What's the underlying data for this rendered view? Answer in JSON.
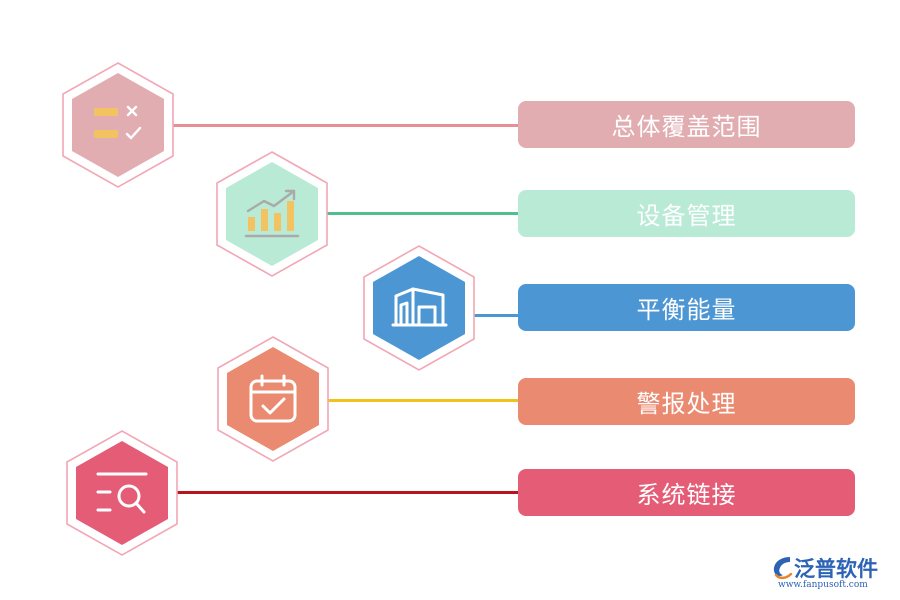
{
  "items": [
    {
      "label": "总体覆盖范围",
      "icon": "checklist-icon",
      "color": "#e1adb1",
      "line_color": "#e88f96"
    },
    {
      "label": "设备管理",
      "icon": "growth-chart-icon",
      "color": "#b9ead6",
      "line_color": "#4fc08d"
    },
    {
      "label": "平衡能量",
      "icon": "building-icon",
      "color": "#4d96d4",
      "line_color": "#4d96d4"
    },
    {
      "label": "警报处理",
      "icon": "calendar-check-icon",
      "color": "#ea8a70",
      "line_color": "#f2c21b"
    },
    {
      "label": "系统链接",
      "icon": "search-list-icon",
      "color": "#e45c76",
      "line_color": "#b5151b"
    }
  ],
  "hex_outline_color": "#f2a7b5",
  "logo": {
    "name": "泛普软件",
    "url": "www.fanpusoft.com",
    "color": "#2c63b5"
  }
}
